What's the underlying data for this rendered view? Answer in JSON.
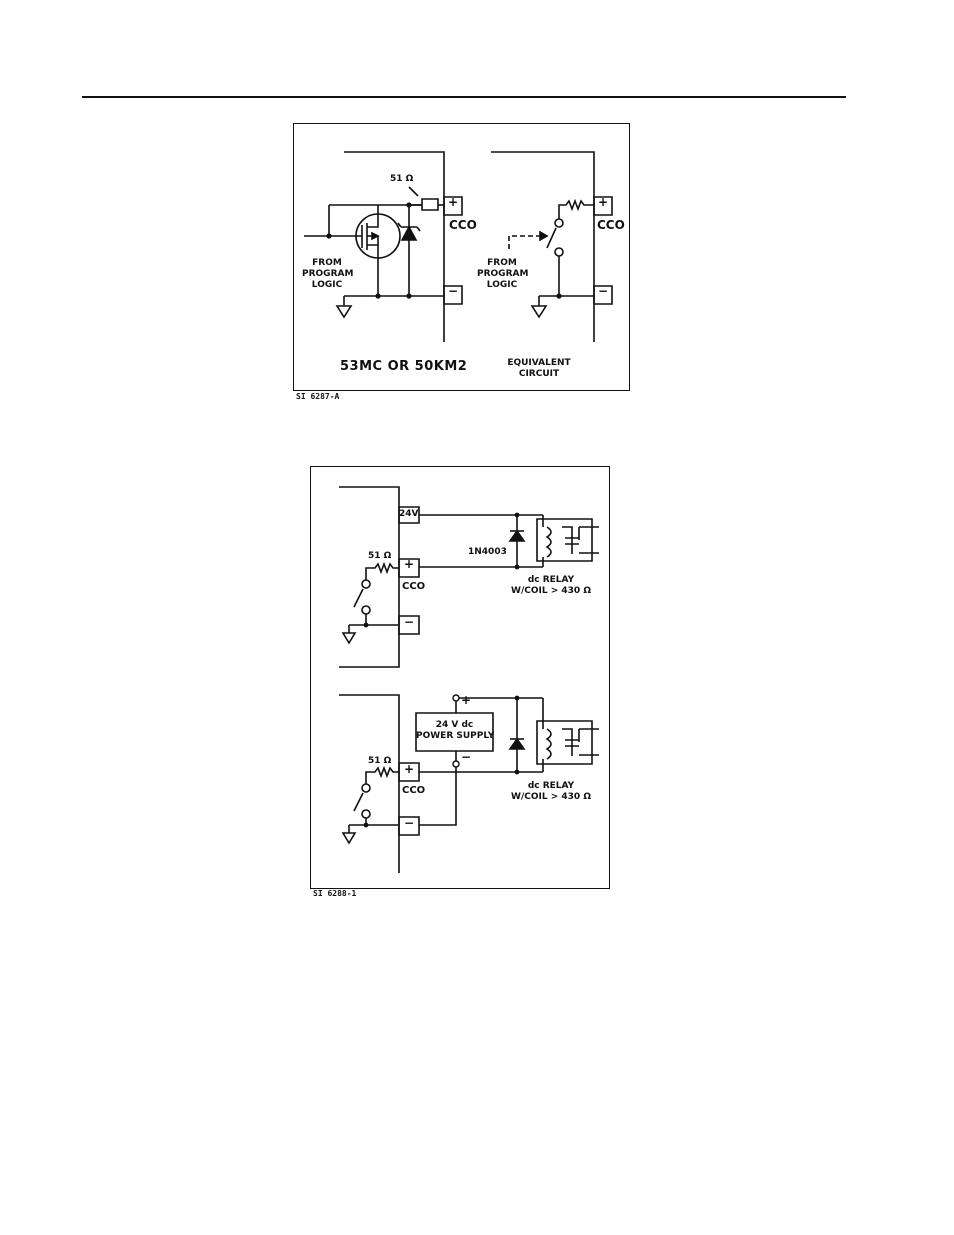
{
  "figure1": {
    "left": {
      "resistor": "51 Ω",
      "terminal_plus": "+",
      "terminal_minus": "−",
      "terminal_label": "CCO",
      "from_label": [
        "FROM",
        "PROGRAM",
        "LOGIC"
      ],
      "title": "53MC OR 50KM2"
    },
    "right": {
      "terminal_plus": "+",
      "terminal_minus": "−",
      "terminal_label": "CCO",
      "from_label": [
        "FROM",
        "PROGRAM",
        "LOGIC"
      ],
      "title": [
        "EQUIVALENT",
        "CIRCUIT"
      ]
    },
    "caption": "SI 6287-A"
  },
  "figure2": {
    "top": {
      "terminal_24v": "24V",
      "resistor": "51 Ω",
      "terminal_plus": "+",
      "terminal_minus": "−",
      "terminal_label": "CCO",
      "diode": "1N4003",
      "relay": [
        "dc RELAY",
        "W/COIL > 430 Ω"
      ]
    },
    "bottom": {
      "supply": [
        "24 V dc",
        "POWER SUPPLY"
      ],
      "supply_plus": "+",
      "supply_minus": "−",
      "resistor": "51 Ω",
      "terminal_plus": "+",
      "terminal_minus": "−",
      "terminal_label": "CCO",
      "relay": [
        "dc RELAY",
        "W/COIL > 430 Ω"
      ]
    },
    "caption": "SI 6288-1"
  }
}
